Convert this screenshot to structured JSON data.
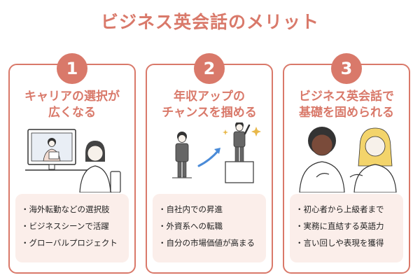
{
  "title": "ビジネス英会話のメリット",
  "colors": {
    "accent": "#d9796a",
    "panel": "#fbeeea",
    "text": "#222222"
  },
  "cards": [
    {
      "number": "1",
      "title_lines": [
        "キャリアの選択が",
        "広くなる"
      ],
      "illustration": "video-call-illustration",
      "bullets": [
        "海外転勤などの選択肢",
        "ビジネスシーンで活躍",
        "グローバルプロジェクト"
      ]
    },
    {
      "number": "2",
      "title_lines": [
        "年収アップの",
        "チャンスを掴める"
      ],
      "illustration": "career-step-up-illustration",
      "bullets": [
        "自社内での昇進",
        "外資系への転職",
        "自分の市場価値が高まる"
      ]
    },
    {
      "number": "3",
      "title_lines": [
        "ビジネス英会話で",
        "基礎を固められる"
      ],
      "illustration": "conversation-illustration",
      "bullets": [
        "初心者から上級者まで",
        "実務に直結する英語力",
        "言い回しや表現を獲得"
      ]
    }
  ]
}
